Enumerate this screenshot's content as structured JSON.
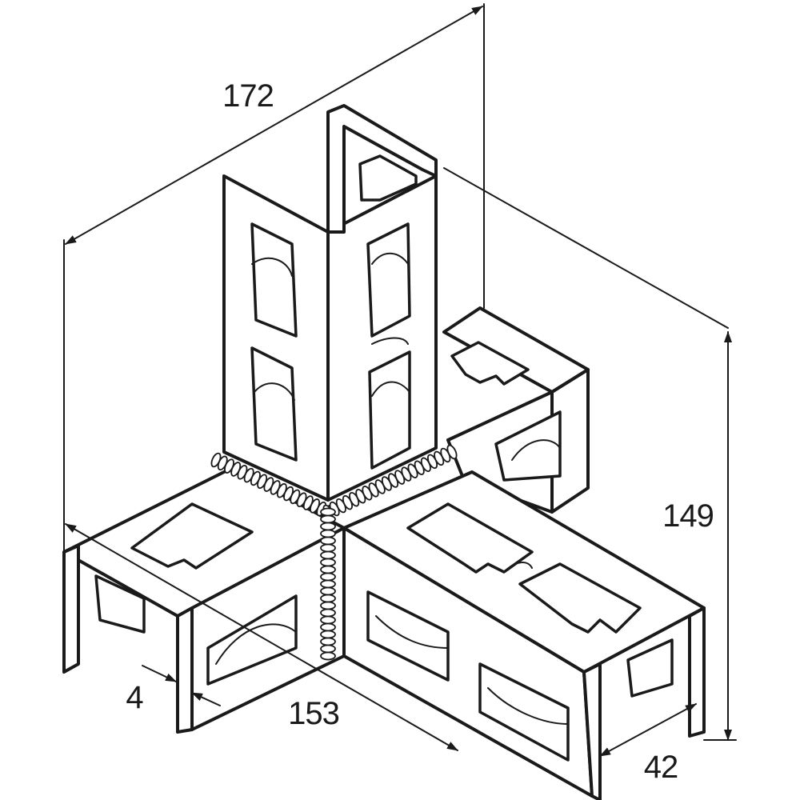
{
  "diagram": {
    "dimensions": {
      "overall_length": "172",
      "height": "149",
      "arm_length": "153",
      "channel_width": "42",
      "thickness": "4"
    },
    "colors": {
      "line": "#1a1a1a",
      "background": "#ffffff"
    }
  }
}
